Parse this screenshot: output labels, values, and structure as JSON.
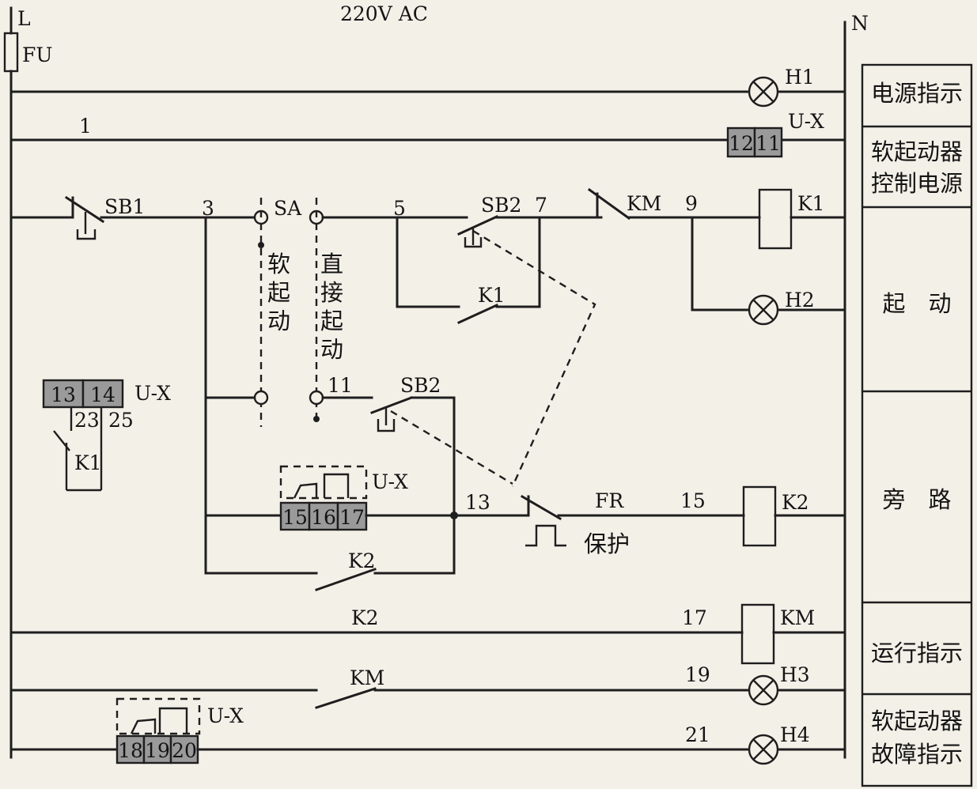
{
  "supply": {
    "phase": "L",
    "neutral": "N",
    "voltage": "220V AC",
    "fuse": "FU"
  },
  "wires": [
    "1",
    "3",
    "5",
    "7",
    "9",
    "11",
    "13",
    "15",
    "17",
    "19",
    "21"
  ],
  "components": {
    "sb1": "SB1",
    "sb2": "SB2",
    "sa": "SA",
    "km": "KM",
    "k1": "K1",
    "k2": "K2",
    "fr": "FR",
    "h1": "H1",
    "h2": "H2",
    "h3": "H3",
    "h4": "H4",
    "ux": "U-X"
  },
  "sa_modes": {
    "soft": [
      "软",
      "起",
      "动"
    ],
    "direct": [
      "直",
      "接",
      "起",
      "动"
    ]
  },
  "protect_label": "保护",
  "terminals": {
    "t1211": [
      "12",
      "11"
    ],
    "t1314": [
      "13",
      "14"
    ],
    "t2325": [
      "23",
      "25"
    ],
    "t151617": [
      "15",
      "16",
      "17"
    ],
    "t181920": [
      "18",
      "19",
      "20"
    ]
  },
  "sections": [
    [
      "电源指示"
    ],
    [
      "软起动器",
      "控制电源"
    ],
    [
      "起　动"
    ],
    [
      "旁　路"
    ],
    [
      "运行指示"
    ],
    [
      "软起动器",
      "故障指示"
    ]
  ]
}
